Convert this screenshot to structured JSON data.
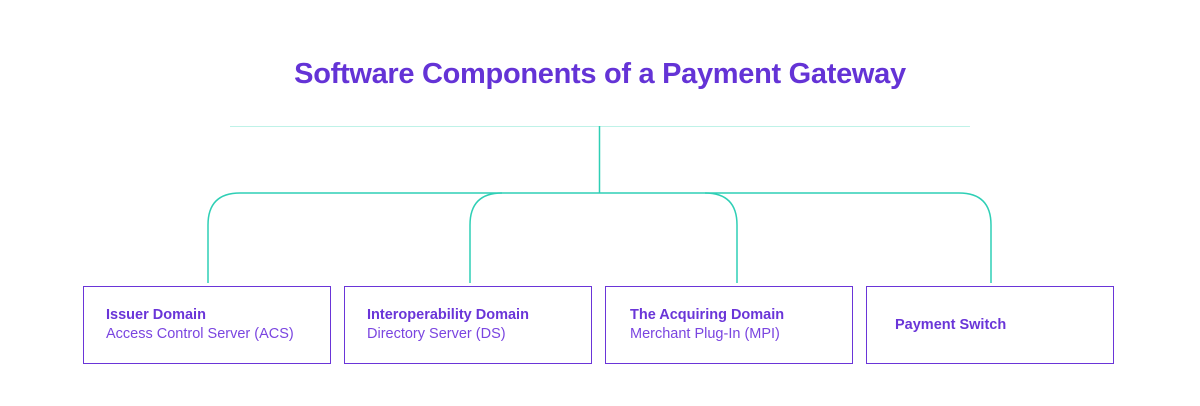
{
  "title": "Software Components of a Payment Gateway",
  "colors": {
    "accent": "#6433d6",
    "connector": "#2ecfb5"
  },
  "boxes": [
    {
      "heading": "Issuer Domain",
      "sub": "Access Control Server (ACS)"
    },
    {
      "heading": "Interoperability Domain",
      "sub": "Directory Server (DS)"
    },
    {
      "heading": "The Acquiring Domain",
      "sub": "Merchant Plug-In (MPI)"
    },
    {
      "heading": "Payment Switch",
      "sub": ""
    }
  ]
}
